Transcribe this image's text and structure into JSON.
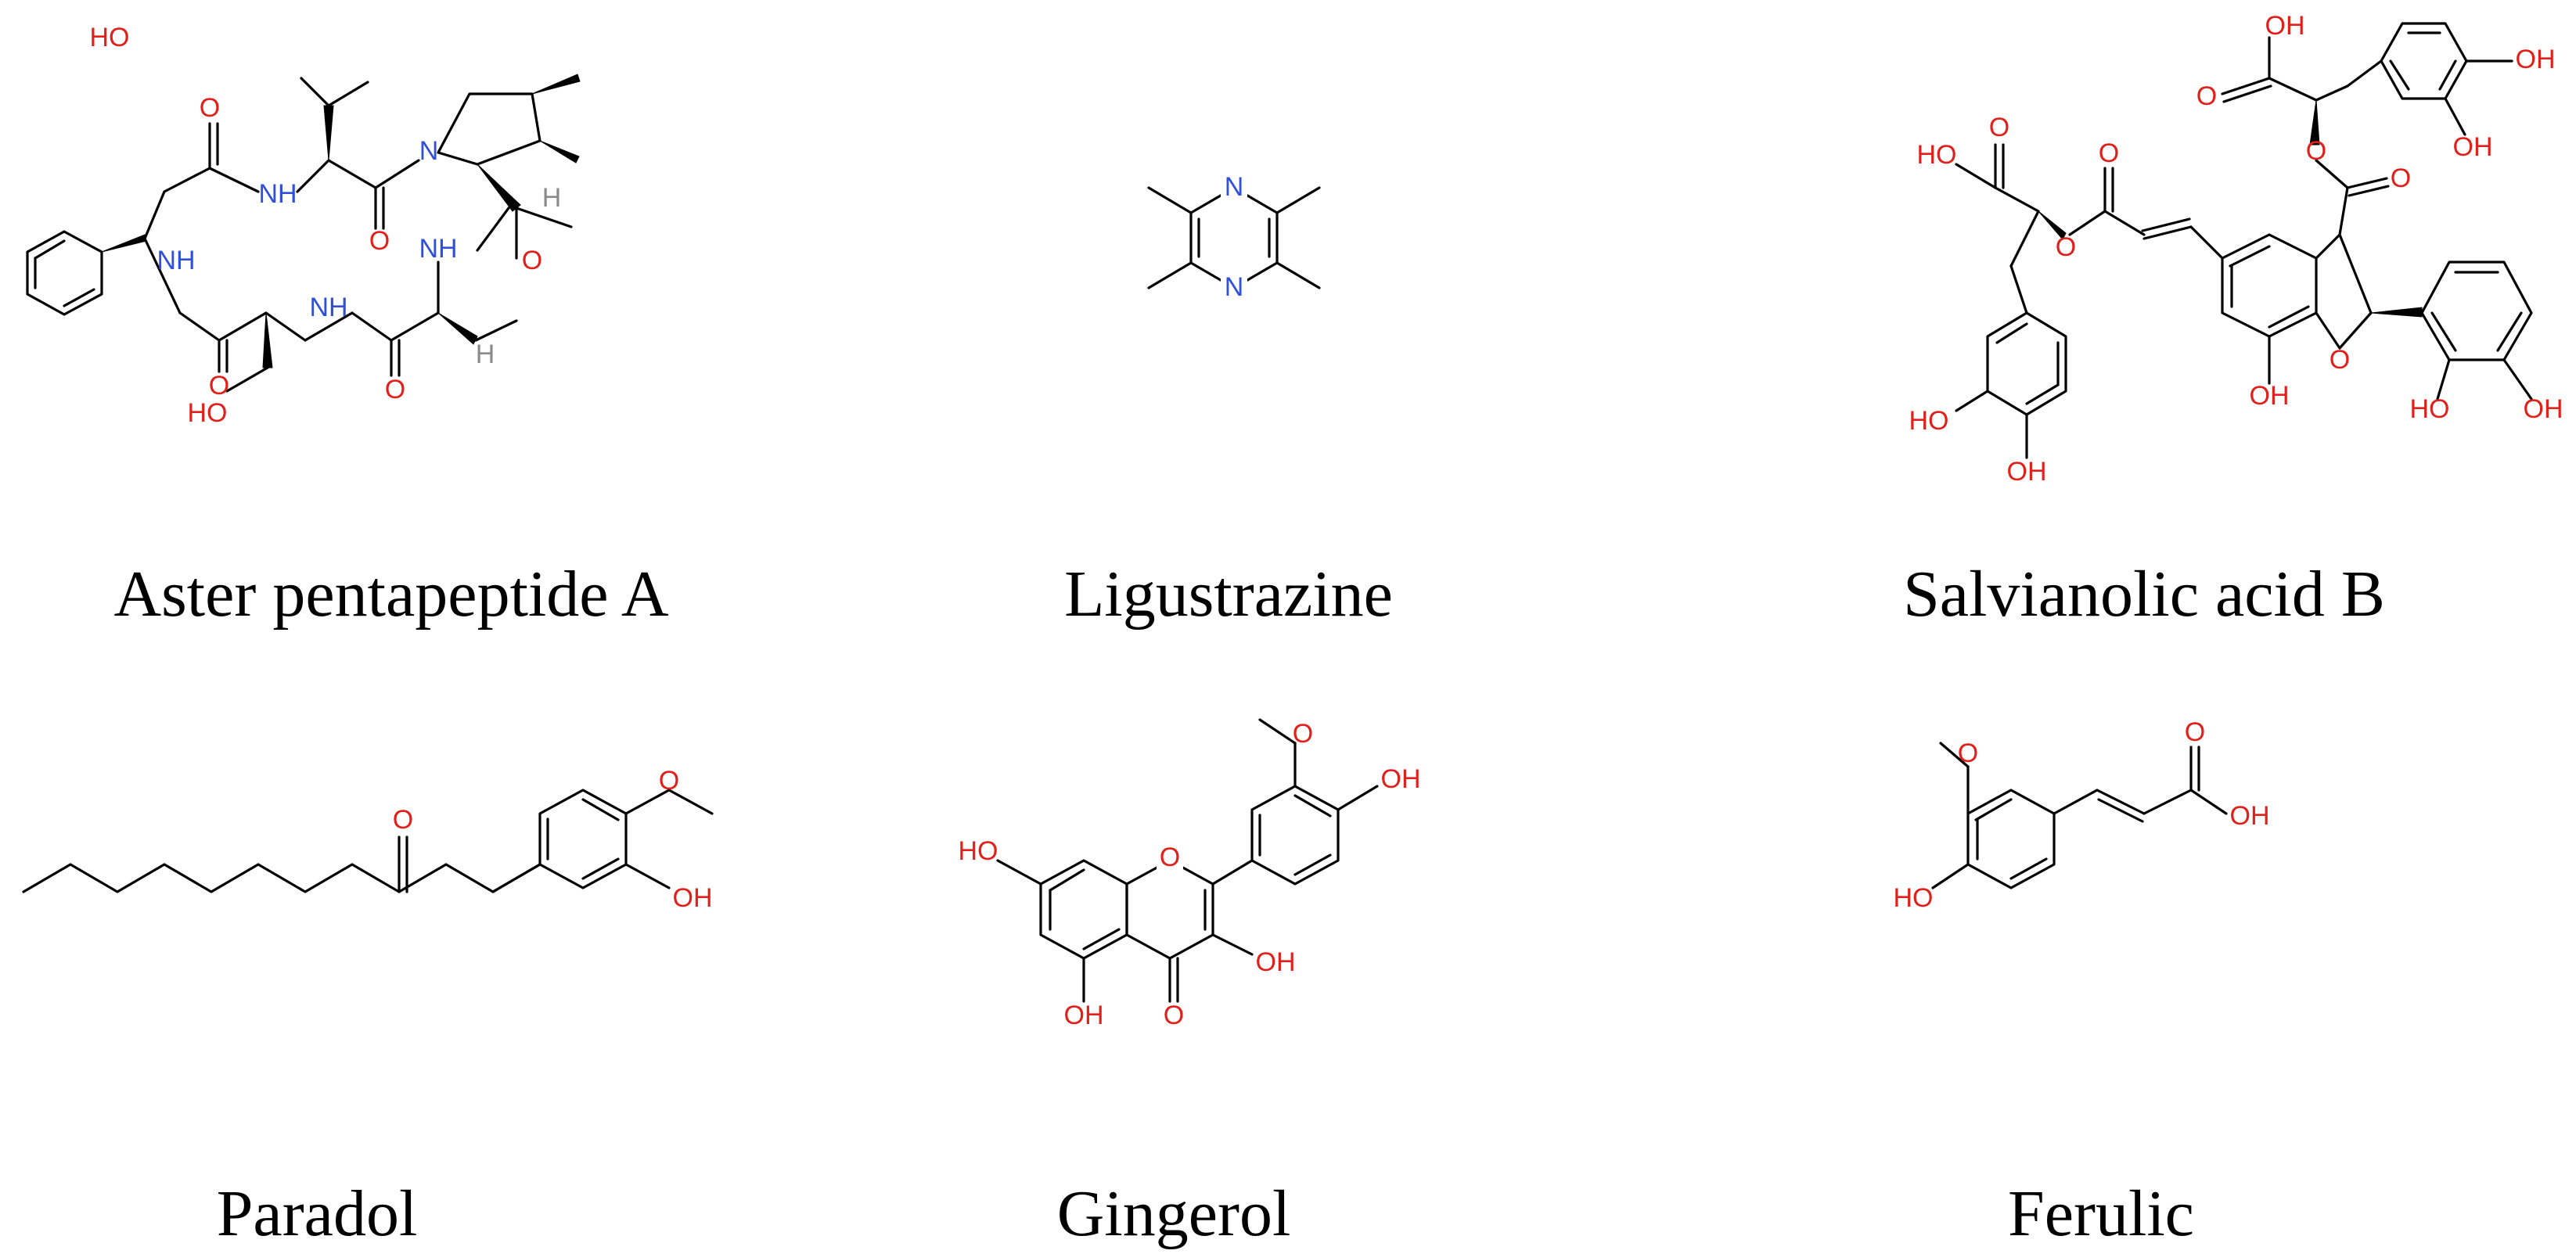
{
  "compounds": [
    {
      "name": "Aster pentapeptide A"
    },
    {
      "name": "Ligustrazine"
    },
    {
      "name": "Salvianolic acid B"
    },
    {
      "name": "Paradol"
    },
    {
      "name": "Gingerol"
    },
    {
      "name": "Ferulic"
    }
  ],
  "atoms": {
    "oxygen": "O",
    "hydroxyl": "OH",
    "hydroxyl_left": "HO",
    "nitrogen": "N",
    "amine": "NH",
    "hydrogen": "H"
  },
  "colors": {
    "oxygen": "#e0201b",
    "nitrogen": "#3050d8",
    "hydrogen": "#8a8a8a",
    "bond": "#000000"
  }
}
